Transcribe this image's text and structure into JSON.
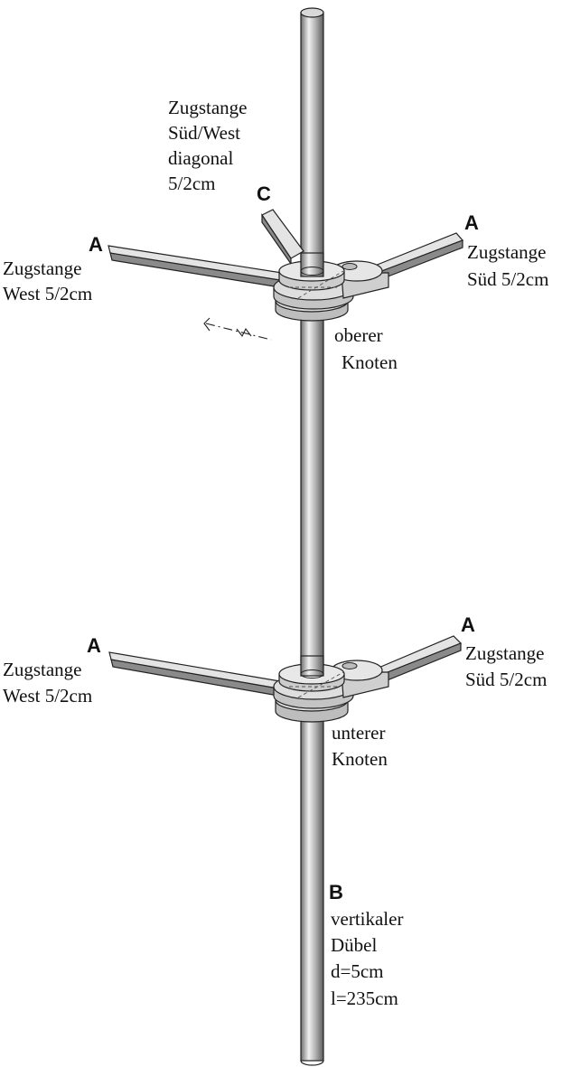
{
  "colors": {
    "rod_light": "#eeeeee",
    "rod_mid": "#b8b8b8",
    "rod_dark": "#6e6e6e",
    "strut_top": "#e4e4e4",
    "strut_side": "#8a8a8a",
    "plate": "#dcdcdc",
    "outline": "#222222"
  },
  "labels": {
    "top_diagonal": [
      "Zugstange",
      "Süd/West",
      "diagonal",
      "5/2cm"
    ],
    "top_west": [
      "Zugstange",
      "West 5/2cm"
    ],
    "top_south": [
      "Zugstange",
      "Süd 5/2cm"
    ],
    "upper_node": [
      "oberer",
      "Knoten"
    ],
    "bottom_west": [
      "Zugstange",
      "West 5/2cm"
    ],
    "bottom_south": [
      "Zugstange",
      "Süd 5/2cm"
    ],
    "lower_node": [
      "unterer",
      "Knoten"
    ],
    "dowel": [
      "vertikaler",
      "Dübel",
      "d=5cm",
      "l=235cm"
    ]
  },
  "letters": {
    "c": "C",
    "a_top_west": "A",
    "a_top_south": "A",
    "a_bottom_west": "A",
    "a_bottom_south": "A",
    "b": "B"
  }
}
